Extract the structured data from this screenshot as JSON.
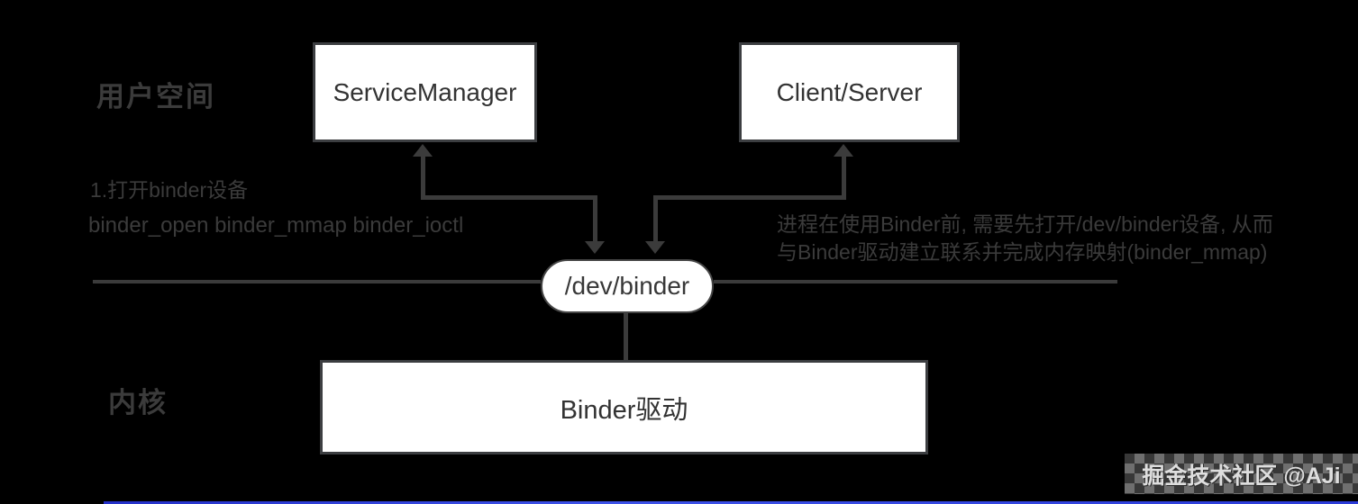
{
  "diagram": {
    "labels": {
      "user_space": "用户空间",
      "kernel": "内核"
    },
    "boxes": {
      "service_manager": "ServiceManager",
      "client_server": "Client/Server",
      "dev_binder": "/dev/binder",
      "binder_driver": "Binder驱动"
    },
    "annotations": {
      "left_line1": "1.打开binder设备",
      "left_line2": "binder_open binder_mmap binder_ioctl",
      "right_line1": "进程在使用Binder前, 需要先打开/dev/binder设备, 从而",
      "right_line2": "与Binder驱动建立联系并完成内存映射(binder_mmap)"
    }
  },
  "watermark": {
    "text": "掘金技术社区 @AJi"
  },
  "colors": {
    "background": "#000000",
    "line_gray": "#3b3b3b",
    "box_fill": "#ffffff",
    "box_text": "#333333",
    "accent_blue": "#3d52e8"
  }
}
